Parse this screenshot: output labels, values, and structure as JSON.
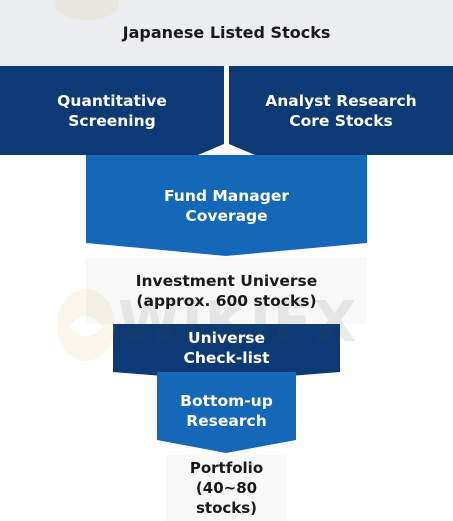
{
  "colors": {
    "dark_navy": "#0d3a74",
    "blue": "#1567b8",
    "top_band": "#ecedf1",
    "white_box": "#f8f8f8",
    "watermark": "#e0b050"
  },
  "stages": {
    "source": "Japanese Listed Stocks",
    "quantitative": "Quantitative\nScreening",
    "analyst": "Analyst Research\nCore Stocks",
    "fund_manager": "Fund Manager\nCoverage",
    "universe": "Investment Universe\n(approx. 600 stocks)",
    "checklist": "Universe\nCheck-list",
    "bottom_up": "Bottom-up\nResearch",
    "portfolio": "Portfolio\n(40~80 stocks)"
  },
  "watermark": {
    "logo_icon": "wikifx-logo-icon",
    "text": "WIKIFX"
  }
}
